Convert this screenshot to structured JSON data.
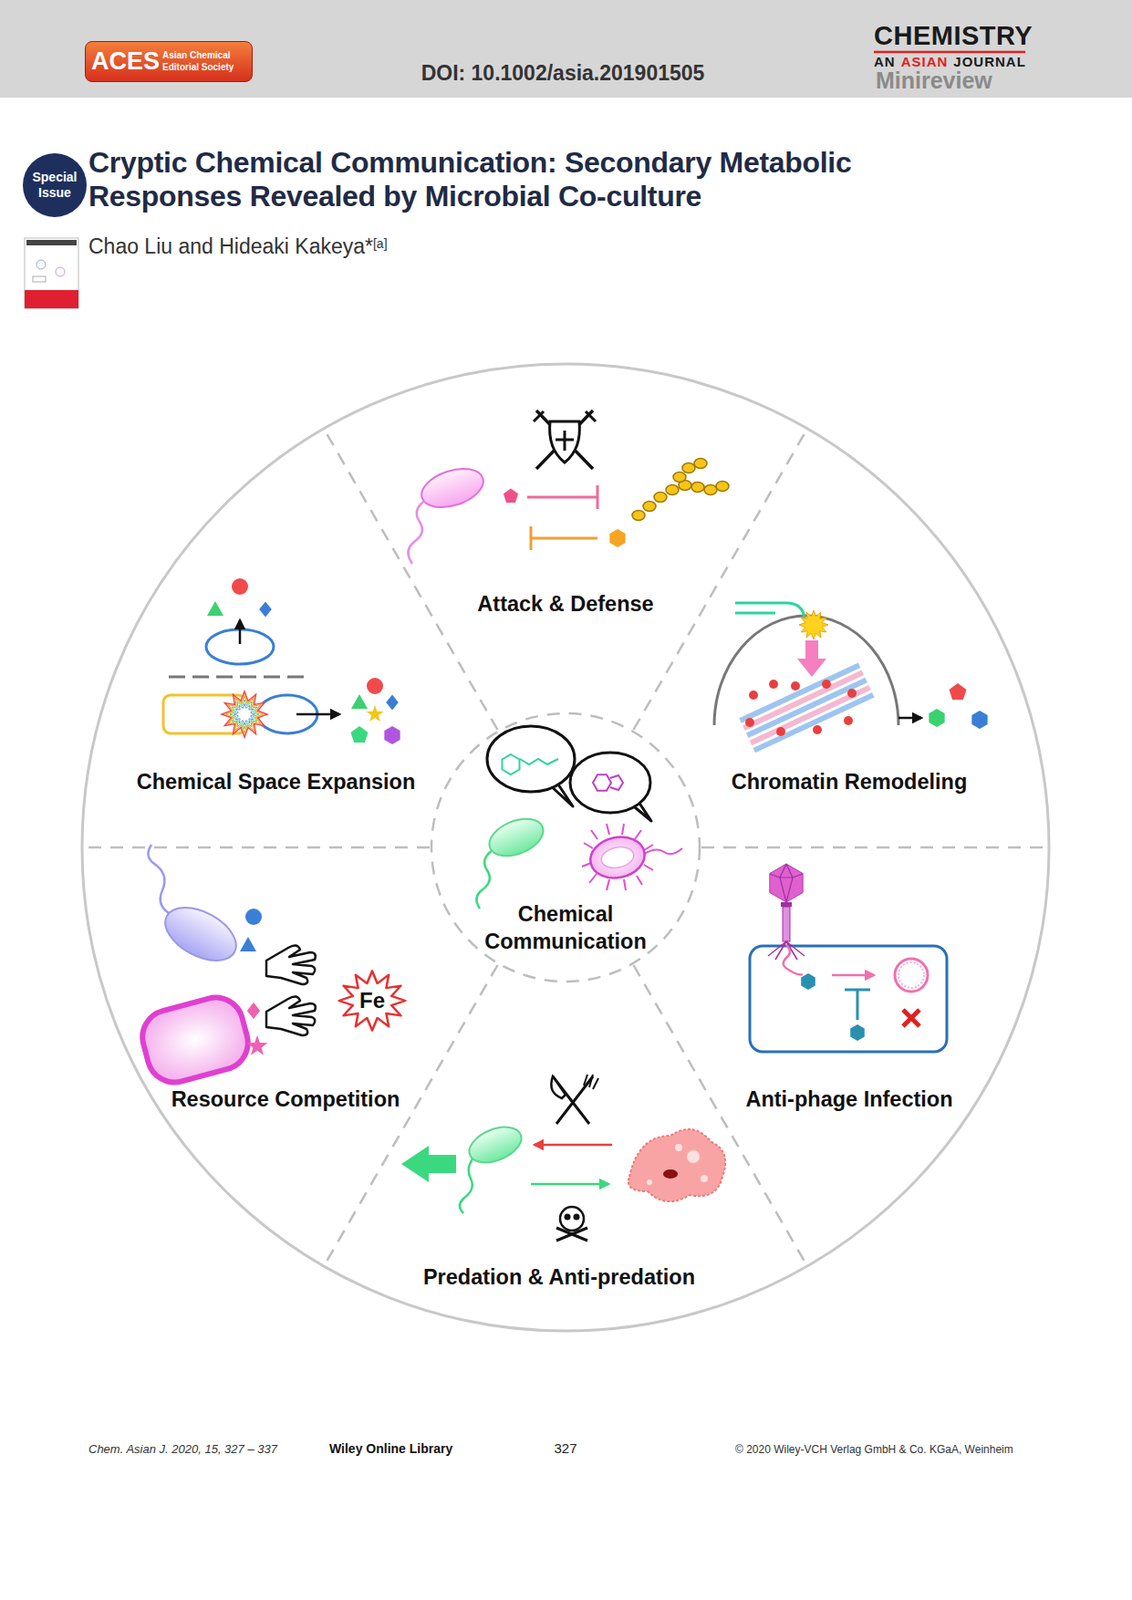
{
  "diagram": {
    "title": "Cryptic Chemical Communication: Secondary Metabolic Responses Revealed by Microbial Co-culture",
    "nodes": [
      {
        "text": [
          "ACES",
          "Asian Chemical Editorial Society"
        ]
      },
      {
        "text": [
          "Special Issue"
        ]
      },
      {
        "text": [
          "Attack & Defense"
        ]
      },
      {
        "text": [
          "Chemical Space Expansion"
        ]
      },
      {
        "text": [
          "Chromatin Remodeling"
        ]
      },
      {
        "text": [
          "Chemical Communication"
        ]
      },
      {
        "text": [
          "Resource Competition"
        ]
      },
      {
        "text": [
          "Fe"
        ],
        "in": 6
      },
      {
        "text": [
          "Anti-phage Infection"
        ]
      },
      {
        "text": [
          "Predation & Anti-predation"
        ]
      }
    ],
    "labels": [
      "DOI: 10.1002/asia.201901505",
      "CHEMISTRY",
      "AN",
      "ASIAN",
      "JOURNAL",
      "Minireview",
      "Chao Liu and Hideaki Kakeya*",
      "[a]",
      "Chem. Asian J. 2020, 15, 327 – 337",
      "Wiley Online Library",
      "327",
      "© 2020 Wiley-VCH Verlag GmbH & Co. KGaA, Weinheim"
    ]
  }
}
